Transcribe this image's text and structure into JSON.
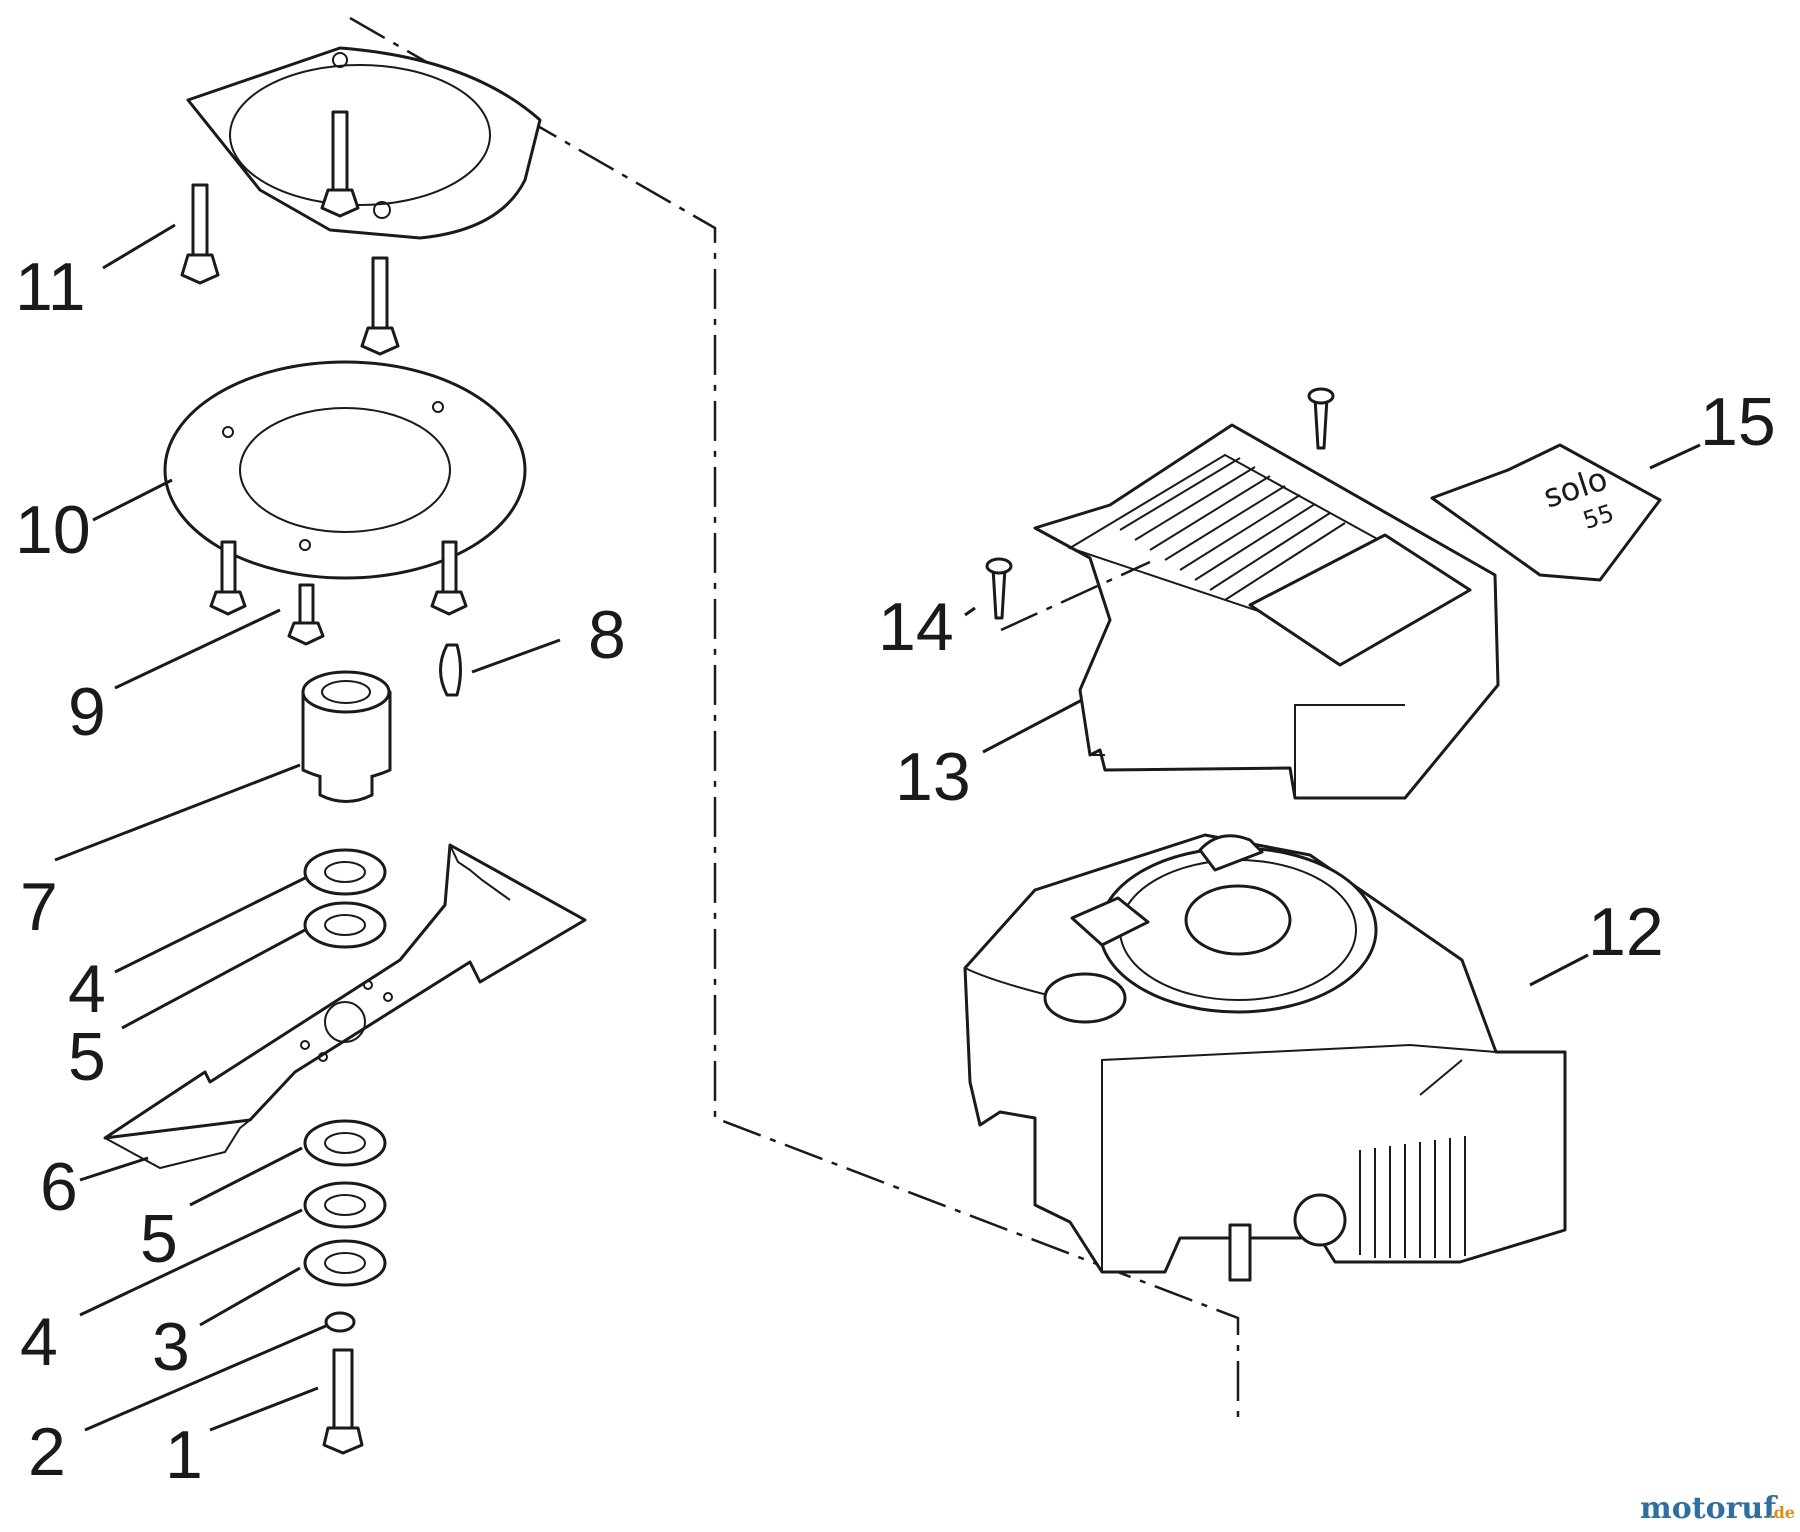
{
  "labels": {
    "p1": "1",
    "p2": "2",
    "p3": "3",
    "p4a": "4",
    "p4b": "4",
    "p5a": "5",
    "p5b": "5",
    "p6": "6",
    "p7": "7",
    "p8": "8",
    "p9": "9",
    "p10": "10",
    "p11": "11",
    "p12": "12",
    "p13": "13",
    "p14": "14",
    "p15": "15"
  },
  "decal": {
    "brand": "solo",
    "model": "55"
  },
  "watermark": {
    "name": "motoruf",
    "tld": ".de"
  },
  "colors": {
    "ink": "#1a1a1a",
    "watermark_blue": "#2f6e9e",
    "watermark_orange": "#e08a1e"
  }
}
